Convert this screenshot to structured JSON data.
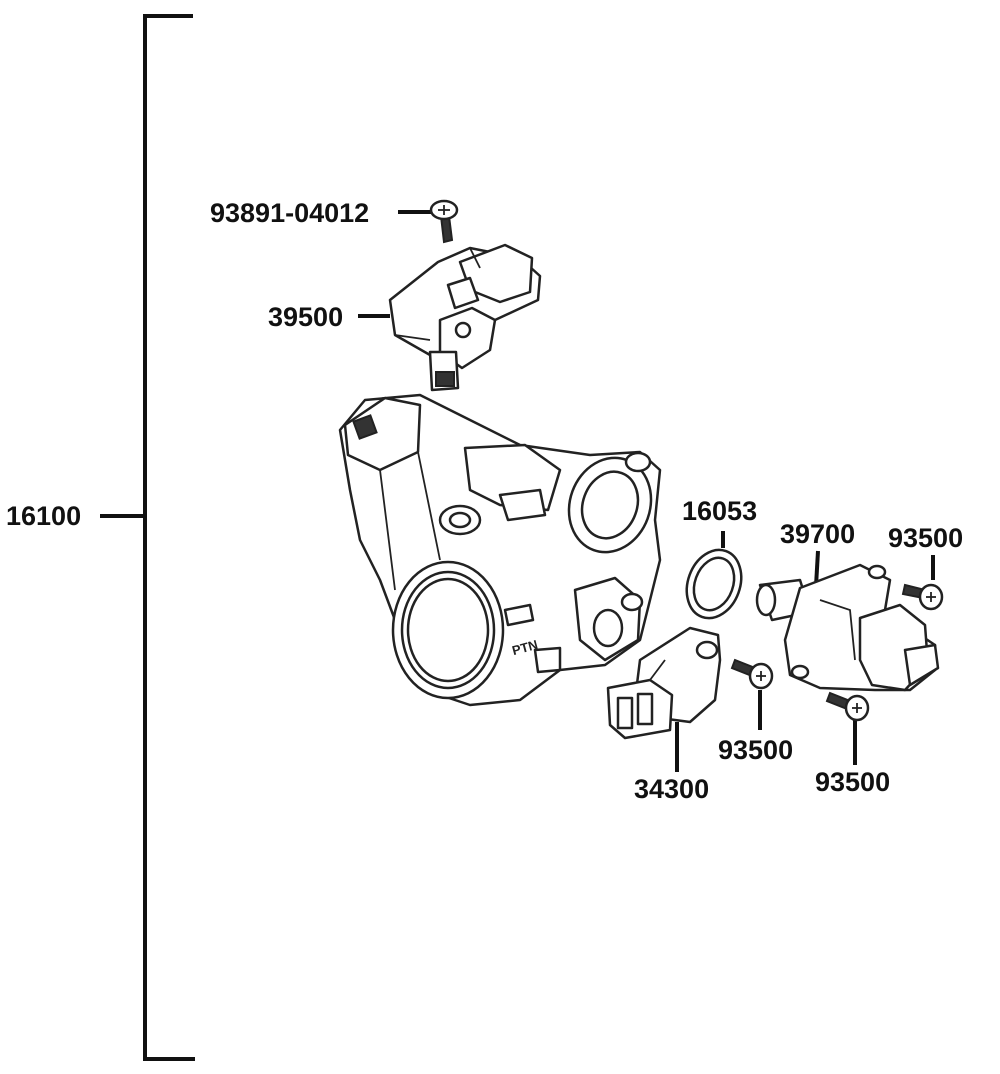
{
  "diagram": {
    "labels": {
      "assembly": "16100",
      "screw_top": "93891-04012",
      "map_sensor": "39500",
      "oring": "16053",
      "idle_valve": "39700",
      "screw_right": "93500",
      "screw_mid": "93500",
      "screw_lower": "93500",
      "tps_sensor": "34300"
    },
    "body_marking": "PTN"
  }
}
